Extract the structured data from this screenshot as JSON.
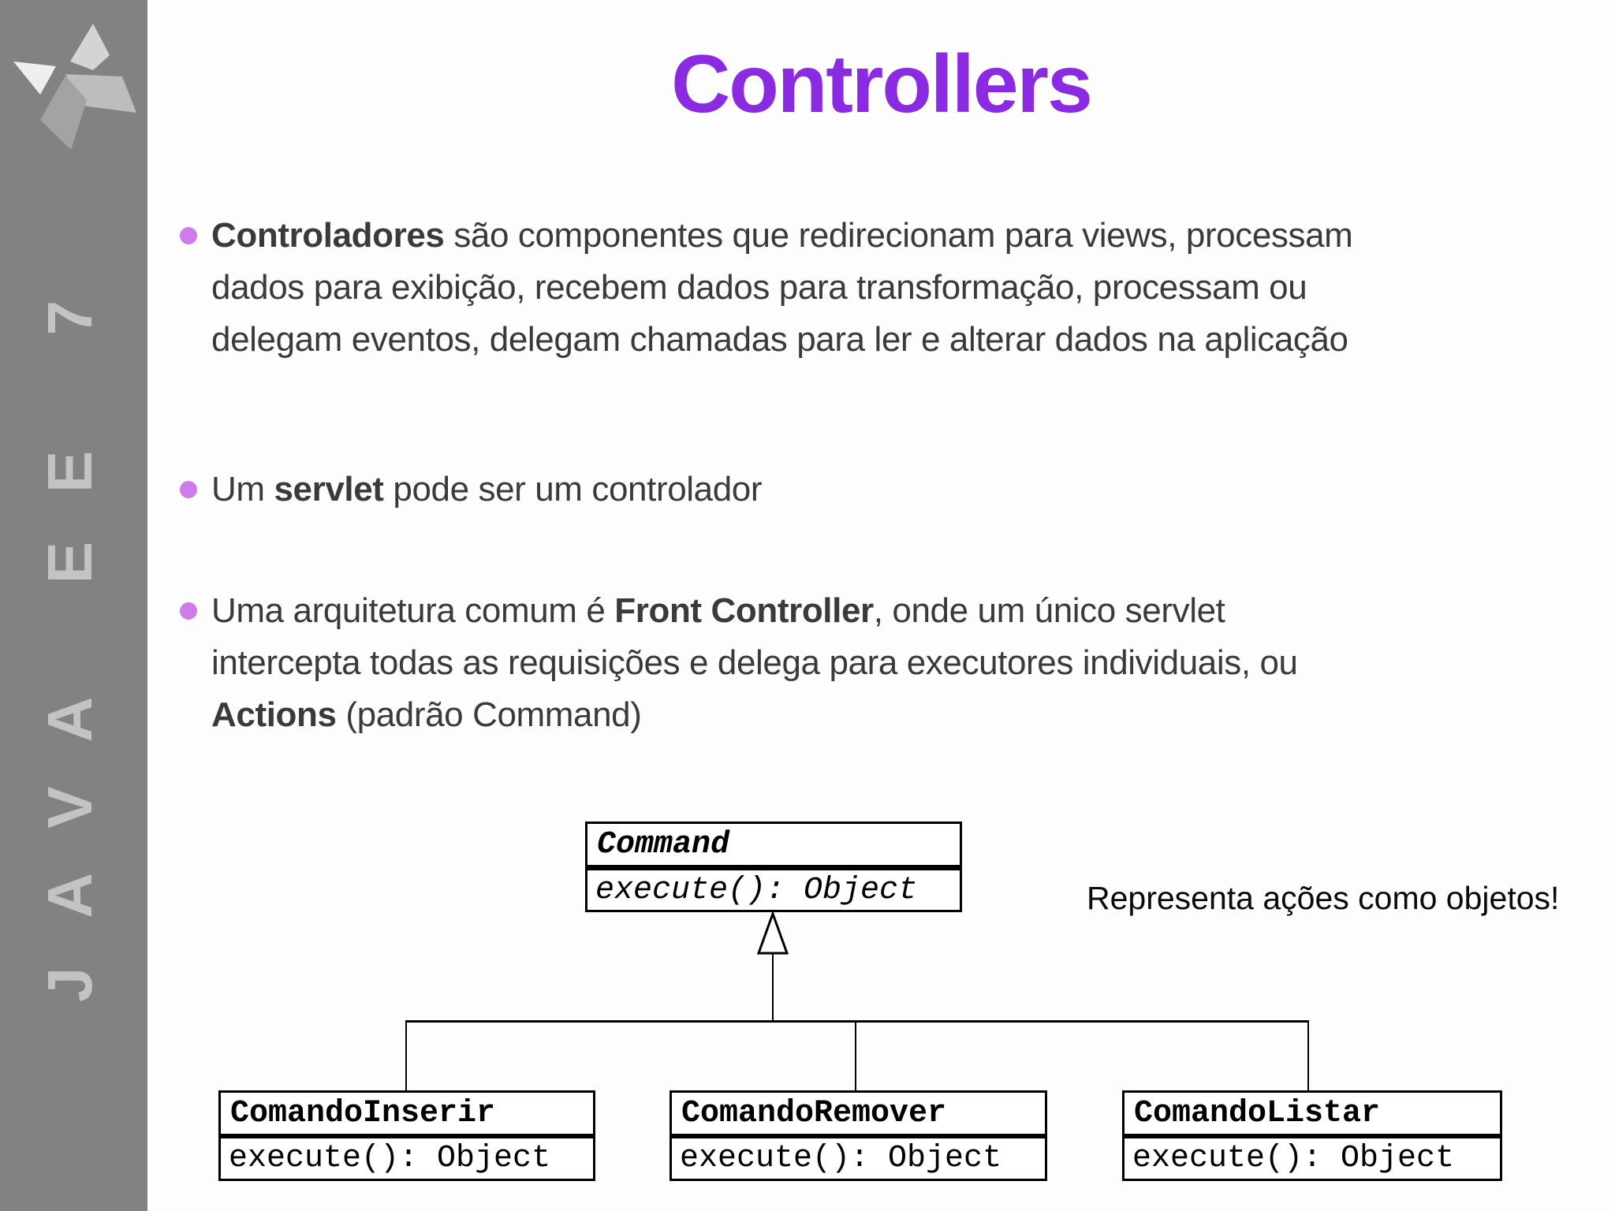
{
  "slide": {
    "title": "Controllers",
    "colors": {
      "title": "#8a2be2",
      "bullet_dot": "#cd7cea",
      "body_text": "#3a3a3a",
      "sidebar_bg": "#828282",
      "sidebar_text": "#c3c3c3"
    },
    "sidebar": {
      "vertical_text": "JAVA EE 7",
      "logo": "pinwheel-logo"
    },
    "bullets": [
      {
        "segments": [
          {
            "text": "Controladores",
            "bold": true
          },
          {
            "text": " são componentes que redirecionam para views, processam\ndados para exibição, recebem dados para transformação, processam ou\ndelegam eventos, delegam chamadas para ler e alterar dados na aplicação",
            "bold": false
          }
        ]
      },
      {
        "segments": [
          {
            "text": "Um ",
            "bold": false
          },
          {
            "text": "servlet",
            "bold": true
          },
          {
            "text": " pode ser um controlador",
            "bold": false
          }
        ]
      },
      {
        "segments": [
          {
            "text": "Uma arquitetura comum é ",
            "bold": false
          },
          {
            "text": "Front Controller",
            "bold": true
          },
          {
            "text": ", onde um único servlet\nintercepta todas as requisições e delega para executores individuais, ou\n",
            "bold": false
          },
          {
            "text": "Actions",
            "bold": true
          },
          {
            "text": " (padrão Command)",
            "bold": false
          }
        ]
      }
    ],
    "diagram": {
      "annotation": "Representa ações como objetos!",
      "parent": {
        "name": "Command",
        "method": "execute(): Object"
      },
      "children": [
        {
          "name": "ComandoInserir",
          "method": "execute(): Object"
        },
        {
          "name": "ComandoRemover",
          "method": "execute(): Object"
        },
        {
          "name": "ComandoListar",
          "method": "execute(): Object"
        }
      ]
    }
  }
}
